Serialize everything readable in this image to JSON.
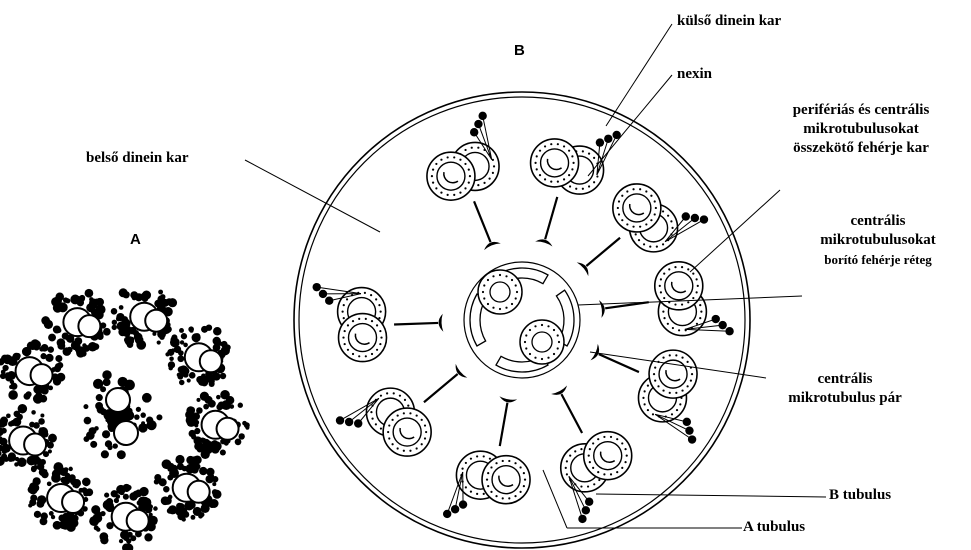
{
  "panels": {
    "a": "A",
    "b": "B"
  },
  "labels": {
    "kulso_dinein_kar": "külső dinein kar",
    "nexin": "nexin",
    "periferias_line1": "perifériás és centrális",
    "periferias_line2": "mikrotubulusokat",
    "periferias_line3": "összekötő fehérje kar",
    "belso_dinein_kar": "belső dinein kar",
    "centralis_boritoline1": "centrális",
    "centralis_boritoline2": "mikrotubulusokat",
    "centralis_boritoline3": "borító fehérje réteg",
    "centralis_par_line1": "centrális",
    "centralis_par_line2": "mikrotubulus pár",
    "b_tubulus": "B tubulus",
    "a_tubulus": "A tubulus"
  }
}
